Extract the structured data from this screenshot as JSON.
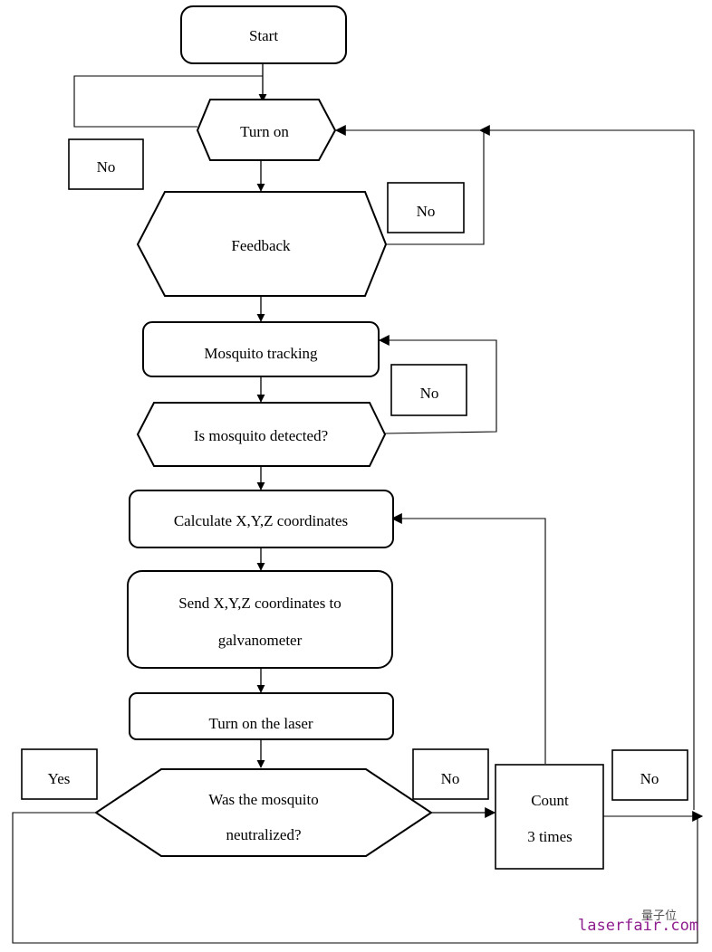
{
  "nodes": {
    "start": "Start",
    "turn_on": "Turn on",
    "feedback": "Feedback",
    "mosquito_tracking": "Mosquito tracking",
    "is_detected": "Is mosquito detected?",
    "calculate": "Calculate X,Y,Z coordinates",
    "send_line1": "Send X,Y,Z coordinates to",
    "send_line2": "galvanometer",
    "turn_on_laser": "Turn on the laser",
    "neutralized_line1": "Was the mosquito",
    "neutralized_line2": "neutralized?",
    "count_line1": "Count",
    "count_line2": "3 times"
  },
  "labels": {
    "no_turn_on": "No",
    "no_feedback": "No",
    "no_detected": "No",
    "yes_neutralized": "Yes",
    "no_neutralized": "No",
    "no_count": "No"
  },
  "watermark": {
    "cn": "量子位",
    "site": "laserfair.com"
  }
}
